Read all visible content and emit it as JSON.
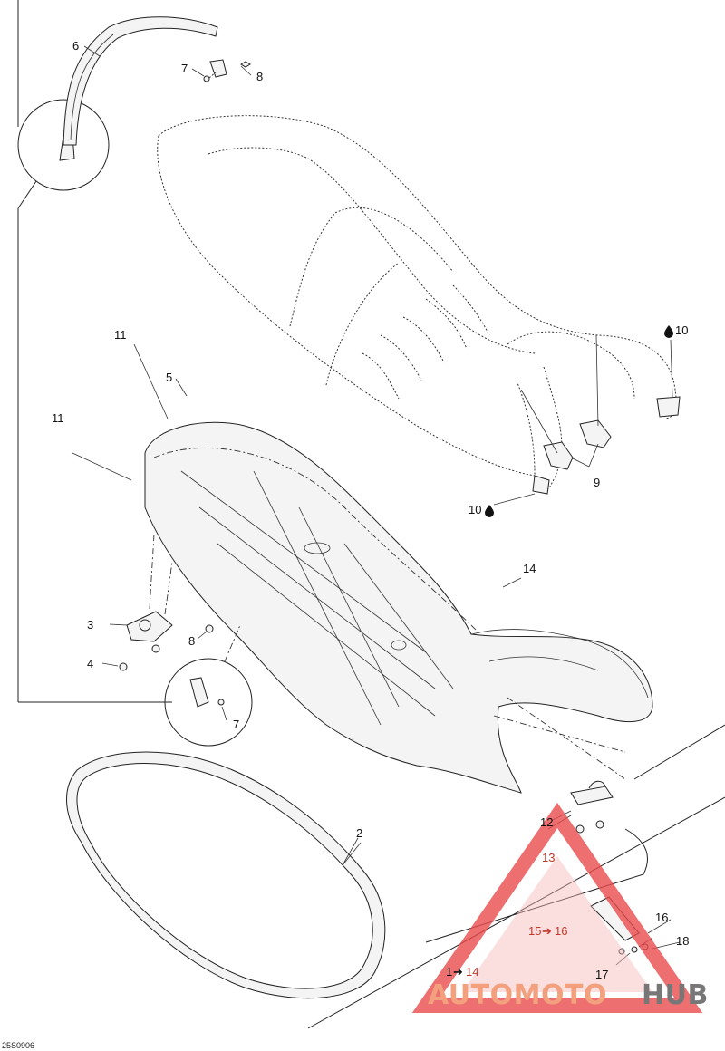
{
  "diagram": {
    "part_number": "25S0906",
    "callouts": {
      "c1": "1",
      "c1_ref": "14",
      "c2": "2",
      "c3": "3",
      "c4": "4",
      "c5": "5",
      "c6": "6",
      "c7_top": "7",
      "c7_bottom": "7",
      "c8_top": "8",
      "c8_mid": "8",
      "c9": "9",
      "c10_top": "10",
      "c10_bottom": "10",
      "c11_top": "11",
      "c11_left": "11",
      "c12": "12",
      "c13": "13",
      "c14": "14",
      "c15": "15",
      "c15_ref": "16",
      "c16": "16",
      "c17": "17",
      "c18": "18"
    },
    "arrow_glyph": "➔",
    "drop_glyph": "💧"
  },
  "watermark": {
    "part1": "AUTOMOTO",
    "part2": "HUB",
    "color1": "#f3a07f",
    "color2": "#777777",
    "triangle_color": "#e84b4b"
  }
}
